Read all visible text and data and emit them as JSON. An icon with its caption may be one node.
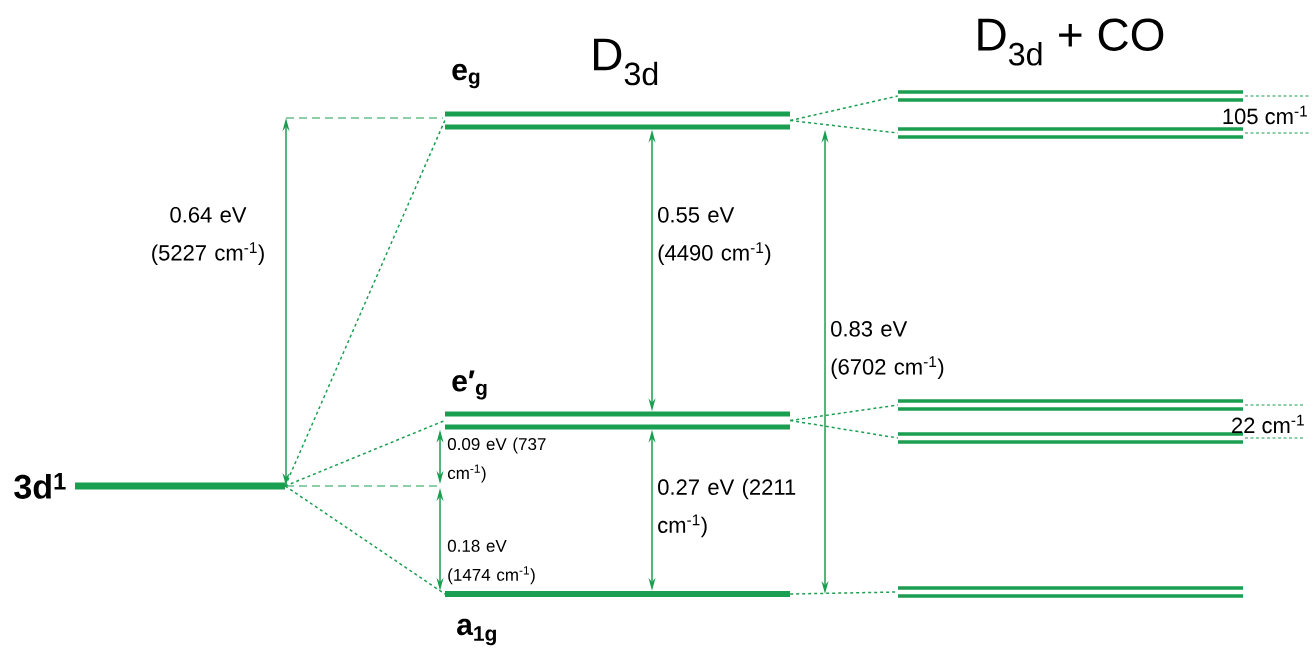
{
  "diagram": {
    "nodes": [
      {
        "text": [
          "3d$^{1}$"
        ]
      },
      {
        "text": [
          "e$_{g}$"
        ]
      },
      {
        "text": [
          "e′$_{g}$"
        ]
      },
      {
        "text": [
          "a$_{1g}$"
        ]
      },
      {
        "text": [],
        "shape": "bar"
      },
      {
        "text": [],
        "shape": "bar"
      },
      {
        "text": [],
        "shape": "bar"
      },
      {
        "text": [],
        "shape": "bar"
      },
      {
        "text": [],
        "shape": "bar"
      }
    ],
    "edges": [
      {
        "from": 0,
        "to": 1,
        "arrow": "none",
        "style": "dashed"
      },
      {
        "from": 0,
        "to": 2,
        "arrow": "none",
        "style": "dashed"
      },
      {
        "from": 0,
        "to": 3,
        "arrow": "none",
        "style": "dashed"
      },
      {
        "from": 1,
        "to": 4,
        "arrow": "none",
        "style": "dashed"
      },
      {
        "from": 1,
        "to": 5,
        "arrow": "none",
        "style": "dashed"
      },
      {
        "from": 2,
        "to": 6,
        "arrow": "none",
        "style": "dashed"
      },
      {
        "from": 2,
        "to": 7,
        "arrow": "none",
        "style": "dashed"
      },
      {
        "from": 3,
        "to": 8,
        "arrow": "none",
        "style": "dashed"
      },
      {
        "from": 0,
        "to": null,
        "arrow": "both",
        "label": "0.64 eV (5227 cm$^{-1}$)"
      },
      {
        "from": 1,
        "to": 2,
        "arrow": "both",
        "label": "0.55 eV (4490 cm$^{-1}$)"
      },
      {
        "from": 2,
        "to": 3,
        "arrow": "both",
        "label": "0.27 eV (2211 cm$^{-1}$)"
      },
      {
        "from": 1,
        "to": 3,
        "arrow": "both",
        "label": "0.83 eV (6702 cm$^{-1}$)"
      },
      {
        "from": 2,
        "to": null,
        "arrow": "both",
        "label": "0.09 eV (737 cm$^{-1}$)"
      },
      {
        "from": null,
        "to": 3,
        "arrow": "both",
        "label": "0.18 eV (1474 cm$^{-1}$)"
      }
    ],
    "labels": [
      "D$_{3d}$",
      "D$_{3d}$ + CO",
      "105 cm$^{-1}$",
      "22 cm$^{-1}$"
    ]
  }
}
